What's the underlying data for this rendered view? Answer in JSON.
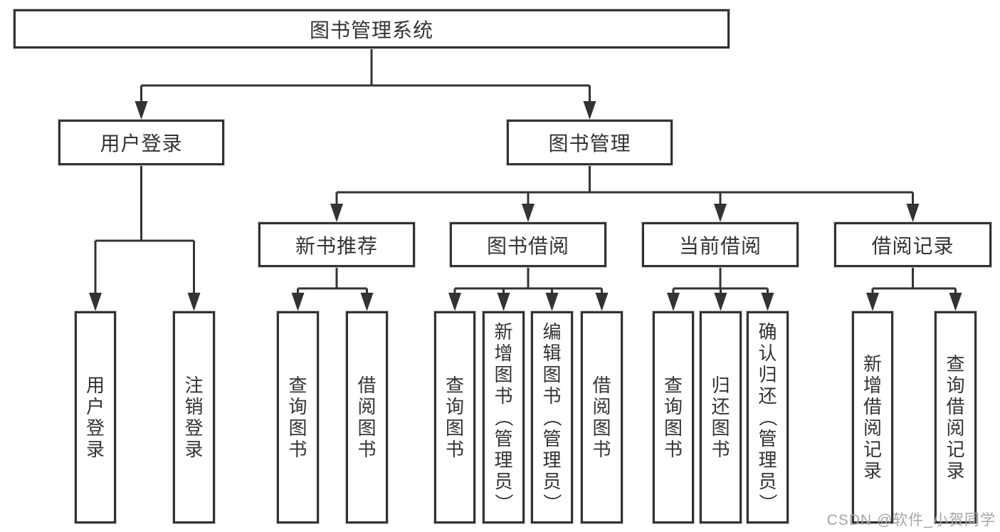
{
  "tree": {
    "label": "图书管理系统",
    "children": [
      {
        "label": "用户登录",
        "children": [
          {
            "label": "用户登录"
          },
          {
            "label": "注销登录"
          }
        ]
      },
      {
        "label": "图书管理",
        "children": [
          {
            "label": "新书推荐",
            "children": [
              {
                "label": "查询图书"
              },
              {
                "label": "借阅图书"
              }
            ]
          },
          {
            "label": "图书借阅",
            "children": [
              {
                "label": "查询图书"
              },
              {
                "label": "新增图书（管理员）"
              },
              {
                "label": "编辑图书（管理员）"
              },
              {
                "label": "借阅图书"
              }
            ]
          },
          {
            "label": "当前借阅",
            "children": [
              {
                "label": "查询图书"
              },
              {
                "label": "归还图书"
              },
              {
                "label": "确认归还（管理员）"
              }
            ]
          },
          {
            "label": "借阅记录",
            "children": [
              {
                "label": "新增借阅记录"
              },
              {
                "label": "查询借阅记录"
              }
            ]
          }
        ]
      }
    ]
  },
  "watermark": "CSDN @软件_小贺同学",
  "colors": {
    "line": "#333333",
    "box_border": "#333333",
    "box_fill": "#ffffff",
    "text": "#333333",
    "watermark_text": "#a2a6aa"
  }
}
